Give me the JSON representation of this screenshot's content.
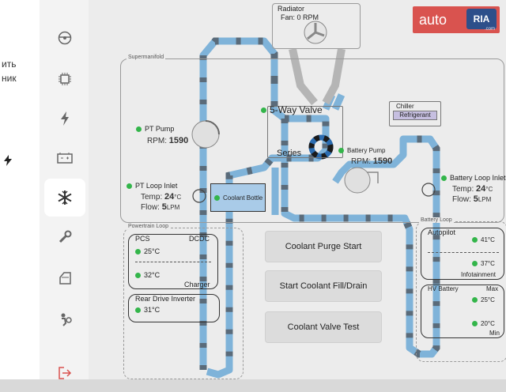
{
  "left_panel": {
    "line1": "ить",
    "line2": "ник"
  },
  "sidebar": {
    "items": [
      {
        "icon": "steering-wheel-icon"
      },
      {
        "icon": "chip-icon"
      },
      {
        "icon": "lightning-icon"
      },
      {
        "icon": "battery-icon"
      },
      {
        "icon": "snowflake-icon",
        "active": true
      },
      {
        "icon": "wrench-icon"
      },
      {
        "icon": "car-door-icon"
      },
      {
        "icon": "airbag-icon"
      },
      {
        "icon": "exit-icon"
      }
    ]
  },
  "radiator": {
    "title": "Radiator",
    "fan": "Fan: 0 RPM"
  },
  "supermanifold": {
    "label": "Supermanifold",
    "pt_pump": {
      "title": "PT Pump",
      "rpm_label": "RPM:",
      "rpm_value": "1590"
    },
    "five_way_valve": {
      "title": "5-Way Valve",
      "mode": "Series"
    },
    "chiller": {
      "title": "Chiller",
      "badge": "Refrigerant"
    },
    "battery_pump": {
      "title": "Battery Pump",
      "rpm_label": "RPM:",
      "rpm_value": "1590"
    },
    "pt_loop_inlet": {
      "title": "PT Loop Inlet",
      "temp_label": "Temp:",
      "temp_value": "24",
      "temp_unit": "°C",
      "flow_label": "Flow:",
      "flow_value": "5",
      "flow_unit": "LPM"
    },
    "coolant_bottle": "Coolant Bottle",
    "battery_loop_inlet": {
      "title": "Battery Loop Inlet",
      "temp_label": "Temp:",
      "temp_value": "24",
      "temp_unit": "°C",
      "flow_label": "Flow:",
      "flow_value": "5",
      "flow_unit": "LPM"
    }
  },
  "powertrain_loop": {
    "label": "Powertrain Loop",
    "pcs": "PCS",
    "dcdc": "DCDC",
    "temp1": "25°C",
    "temp2": "32°C",
    "charger": "Charger",
    "rear_drive_inverter": "Rear Drive Inverter",
    "rdi_temp": "31°C"
  },
  "buttons": {
    "purge": "Coolant Purge Start",
    "fill": "Start Coolant Fill/Drain",
    "valve": "Coolant Valve Test"
  },
  "battery_loop": {
    "label": "Battery Loop",
    "autopilot": "Autopilot",
    "ap_temp1": "41°C",
    "ap_temp2": "37°C",
    "infotainment": "Infotainment",
    "hv_battery": "HV Battery",
    "max": "Max",
    "hv_max": "25°C",
    "hv_min": "20°C",
    "min": "Min"
  },
  "watermark": {
    "auto": "auto",
    "ria": "RIA",
    "domain": ".com"
  },
  "colors": {
    "coolant": "#7fb3d9",
    "coolant_dark": "#5a6b7a",
    "status_dot": "#33b54a",
    "brand_red": "#d9534f",
    "brand_blue": "#2d4f8a"
  }
}
